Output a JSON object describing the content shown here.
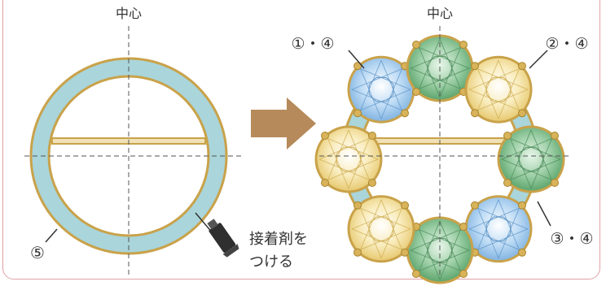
{
  "labels": {
    "center_left": "中心",
    "center_right": "中心",
    "part_5": "⑤",
    "glue_line1": "接着剤を",
    "glue_line2": "つける",
    "stone_1_4": "①・④",
    "stone_2_4": "②・④",
    "stone_3_4": "③・④"
  },
  "colors": {
    "frame_border": "#e0a0a6",
    "ring_fill": "#a9d5db",
    "gold": "#c9a24a",
    "arrow": "#b68a5a",
    "stone_blue": "#9cc8ec",
    "stone_green": "#8fc79a",
    "stone_yellow": "#f4e3a0"
  },
  "stones": [
    {
      "color": "blue",
      "group": "①・④"
    },
    {
      "color": "green",
      "group": "④"
    },
    {
      "color": "yellow",
      "group": "②・④"
    },
    {
      "color": "green",
      "group": "③・④"
    },
    {
      "color": "blue",
      "group": "④"
    },
    {
      "color": "green",
      "group": "④"
    },
    {
      "color": "yellow",
      "group": "④"
    },
    {
      "color": "yellow",
      "group": "④"
    }
  ]
}
